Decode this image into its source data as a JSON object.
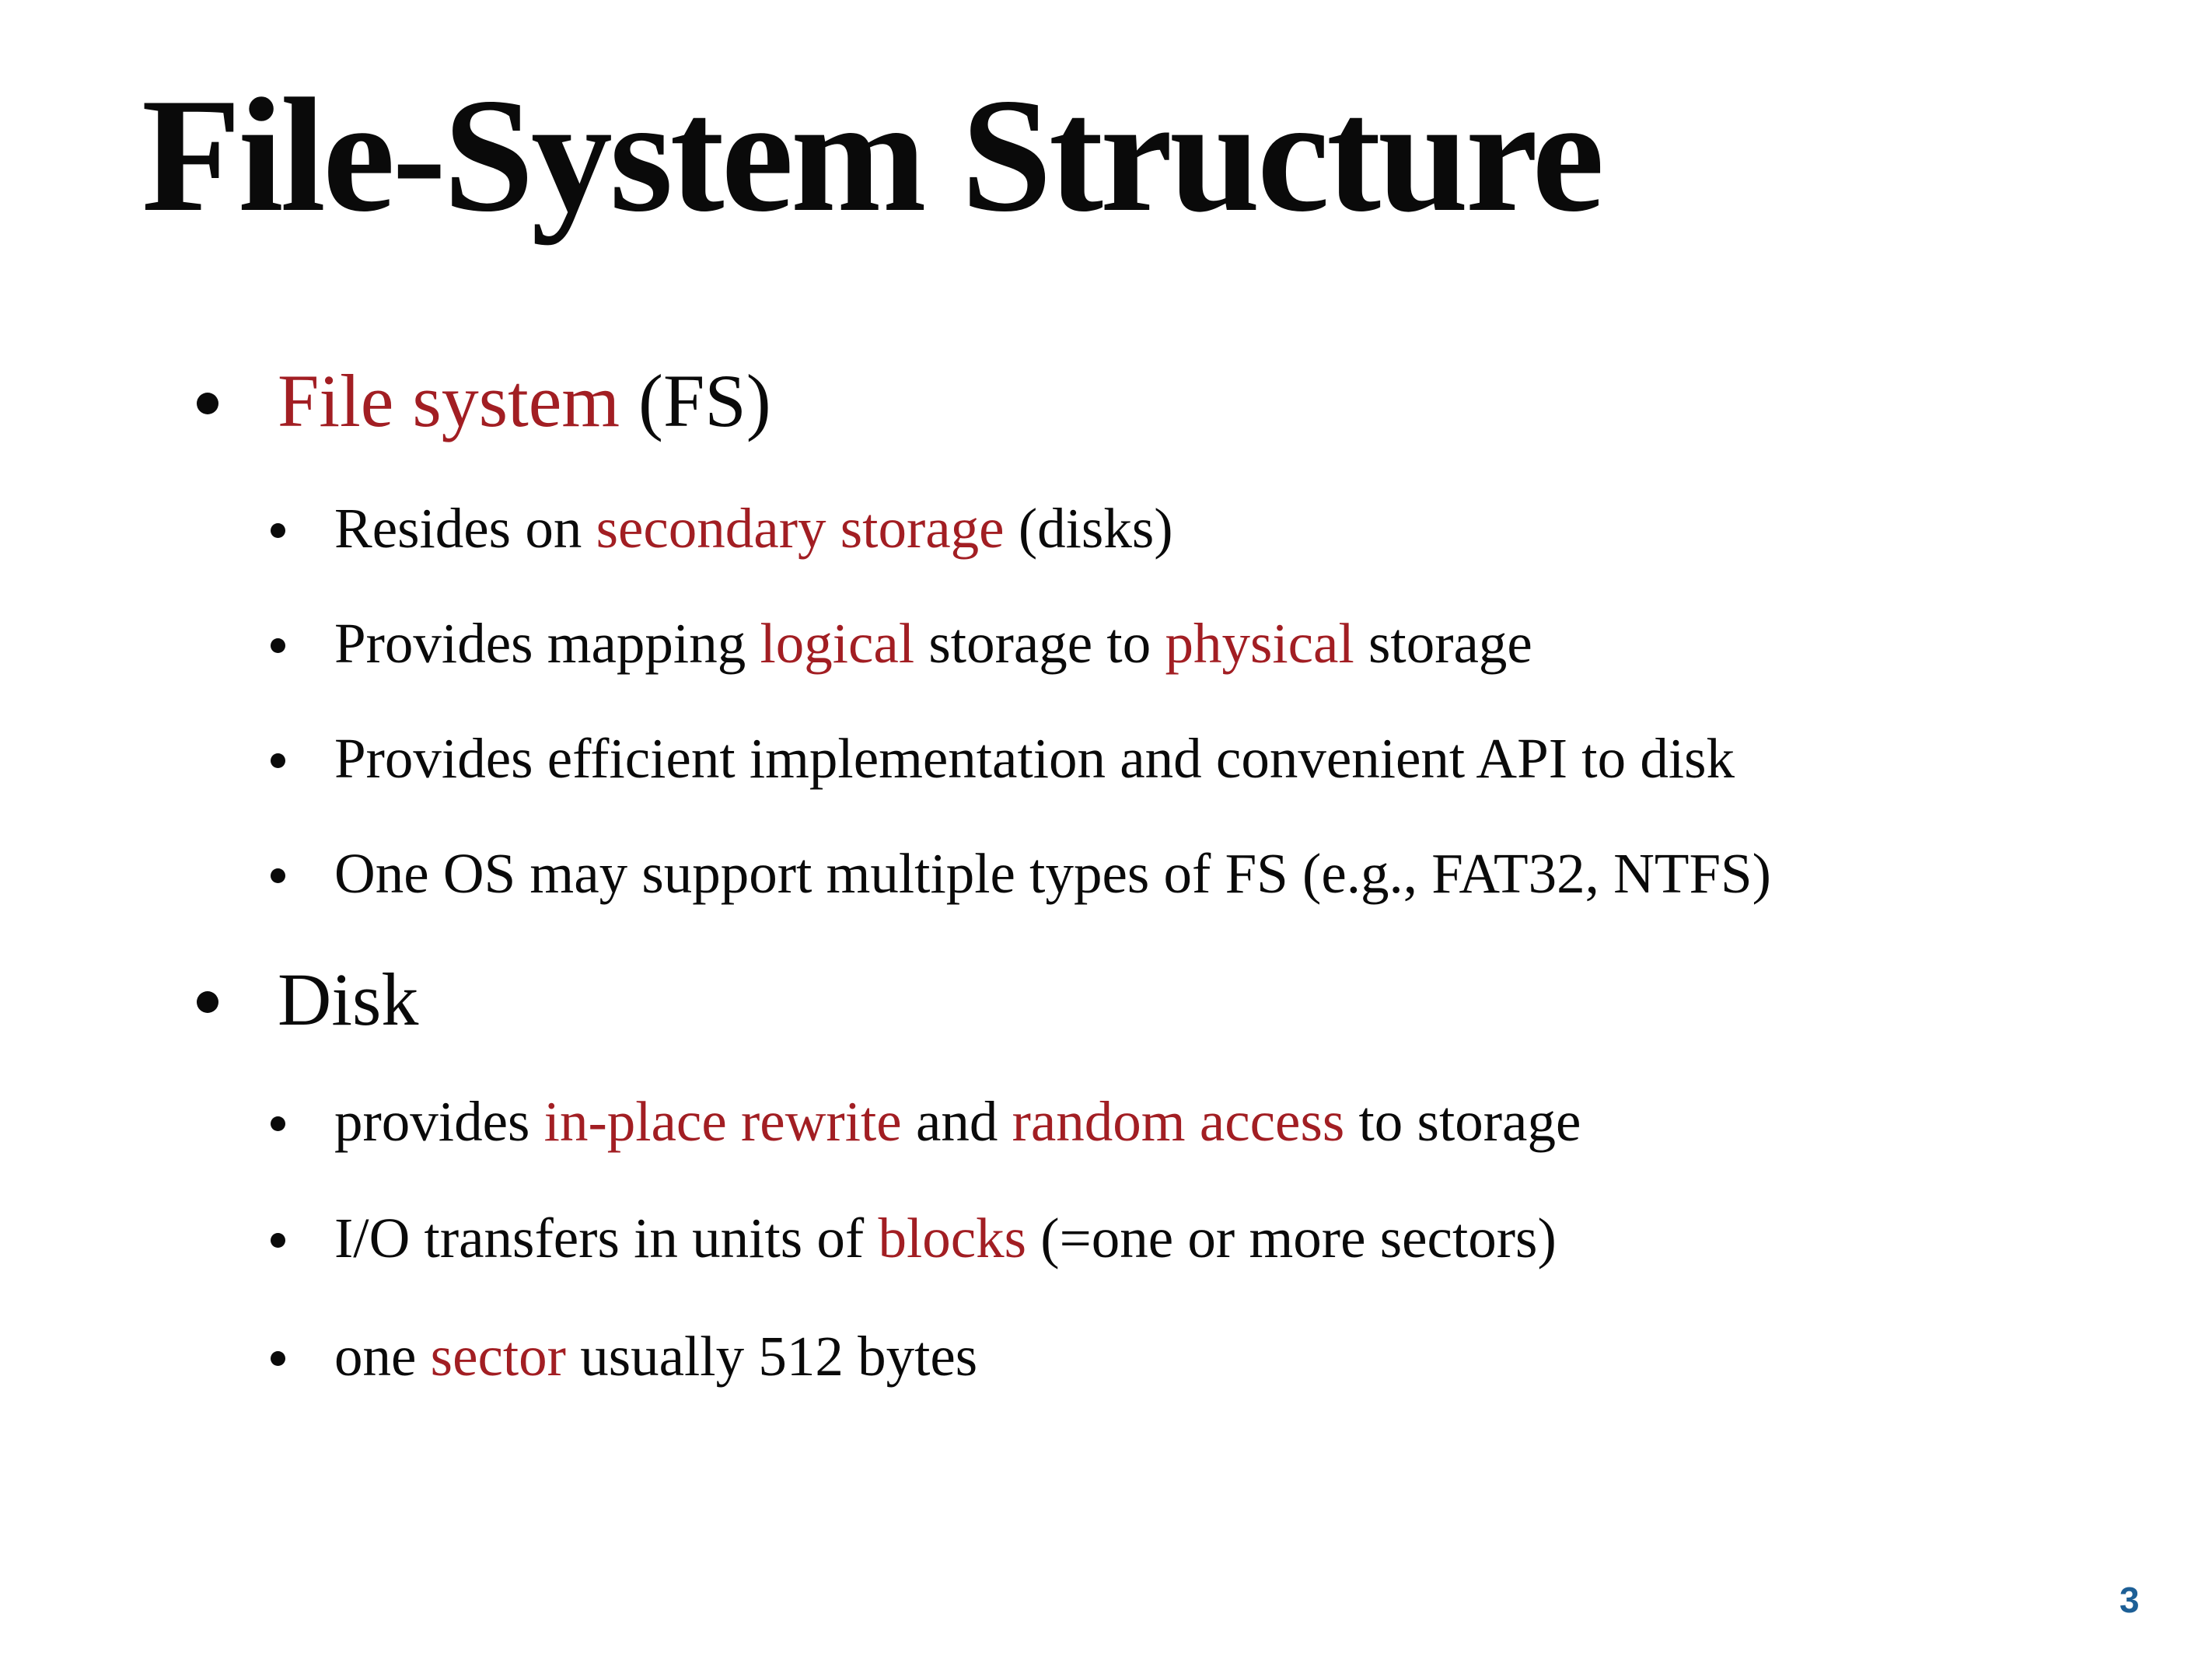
{
  "title": "File-System Structure",
  "colors": {
    "background": "#ffffff",
    "text": "#0a0a0a",
    "accent_red": "#a21e23",
    "page_number_blue": "#1d5f96"
  },
  "bullets": [
    {
      "level": 1,
      "runs": [
        {
          "t": "File system",
          "c": "red"
        },
        {
          "t": " (FS)",
          "c": "black"
        }
      ]
    },
    {
      "level": 2,
      "runs": [
        {
          "t": "Resides on ",
          "c": "black"
        },
        {
          "t": "secondary storage",
          "c": "red"
        },
        {
          "t": " (disks)",
          "c": "black"
        }
      ]
    },
    {
      "level": 2,
      "runs": [
        {
          "t": "Provides mapping ",
          "c": "black"
        },
        {
          "t": "logical",
          "c": "red"
        },
        {
          "t": " storage to ",
          "c": "black"
        },
        {
          "t": "physical",
          "c": "red"
        },
        {
          "t": " storage",
          "c": "black"
        }
      ]
    },
    {
      "level": 2,
      "runs": [
        {
          "t": "Provides efficient implementation and convenient API to disk",
          "c": "black"
        }
      ]
    },
    {
      "level": 2,
      "runs": [
        {
          "t": "One OS may support multiple types of FS (e.g., FAT32, NTFS)",
          "c": "black"
        }
      ]
    },
    {
      "level": 1,
      "runs": [
        {
          "t": "Disk",
          "c": "black"
        }
      ]
    },
    {
      "level": 2,
      "runs": [
        {
          "t": "provides ",
          "c": "black"
        },
        {
          "t": "in-place rewrite",
          "c": "red"
        },
        {
          "t": " and ",
          "c": "black"
        },
        {
          "t": "random access",
          "c": "red"
        },
        {
          "t": " to storage",
          "c": "black"
        }
      ]
    },
    {
      "level": 2,
      "runs": [
        {
          "t": "I/O transfers in units of ",
          "c": "black"
        },
        {
          "t": "blocks",
          "c": "red"
        },
        {
          "t": " (=one or more sectors)",
          "c": "black"
        }
      ]
    },
    {
      "level": 2,
      "runs": [
        {
          "t": "one ",
          "c": "black"
        },
        {
          "t": "sector",
          "c": "red"
        },
        {
          "t": " usually 512 bytes",
          "c": "black"
        }
      ]
    }
  ],
  "page": {
    "number": "3"
  }
}
